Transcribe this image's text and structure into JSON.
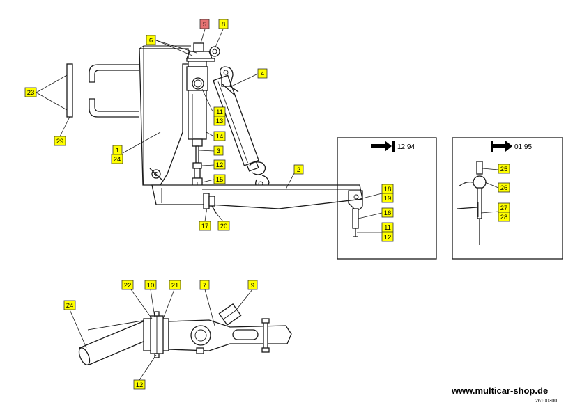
{
  "boxes": {
    "left_code": "12.94",
    "right_code": "01.95"
  },
  "footer": {
    "website": "www.multicar-shop.de",
    "doc_number": "26100300"
  },
  "callouts": [
    {
      "id": "c5",
      "label": "5",
      "highlight": true
    },
    {
      "id": "c8",
      "label": "8"
    },
    {
      "id": "c6",
      "label": "6"
    },
    {
      "id": "c4",
      "label": "4"
    },
    {
      "id": "c23",
      "label": "23"
    },
    {
      "id": "c29",
      "label": "29"
    },
    {
      "id": "c11a",
      "label": "11"
    },
    {
      "id": "c13",
      "label": "13"
    },
    {
      "id": "c14",
      "label": "14"
    },
    {
      "id": "c1",
      "label": "1"
    },
    {
      "id": "c24a",
      "label": "24"
    },
    {
      "id": "c3",
      "label": "3"
    },
    {
      "id": "c12a",
      "label": "12"
    },
    {
      "id": "c15",
      "label": "15"
    },
    {
      "id": "c2",
      "label": "2"
    },
    {
      "id": "c17",
      "label": "17"
    },
    {
      "id": "c20",
      "label": "20"
    },
    {
      "id": "c18",
      "label": "18"
    },
    {
      "id": "c19",
      "label": "19"
    },
    {
      "id": "c16",
      "label": "16"
    },
    {
      "id": "c11b",
      "label": "11"
    },
    {
      "id": "c12b",
      "label": "12"
    },
    {
      "id": "c25",
      "label": "25"
    },
    {
      "id": "c26",
      "label": "26"
    },
    {
      "id": "c27",
      "label": "27"
    },
    {
      "id": "c28",
      "label": "28"
    },
    {
      "id": "c22",
      "label": "22"
    },
    {
      "id": "c10",
      "label": "10"
    },
    {
      "id": "c21",
      "label": "21"
    },
    {
      "id": "c7",
      "label": "7"
    },
    {
      "id": "c9",
      "label": "9"
    },
    {
      "id": "c24b",
      "label": "24"
    },
    {
      "id": "c12c",
      "label": "12"
    }
  ]
}
